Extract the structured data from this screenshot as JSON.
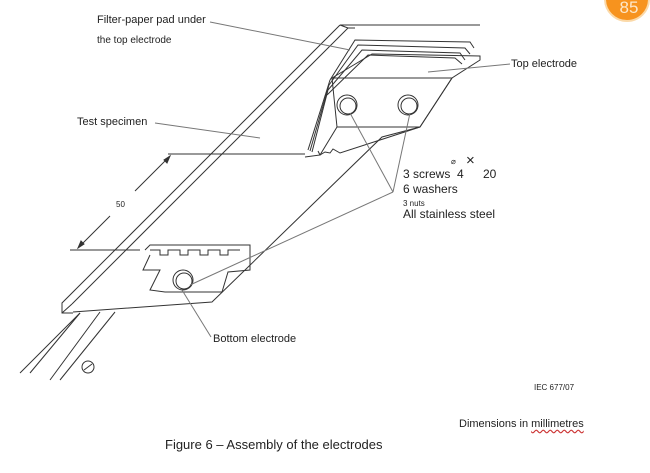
{
  "labels": {
    "filter_paper_line1": "Filter-paper pad under",
    "filter_paper_line2": "the top electrode",
    "top_electrode": "Top electrode",
    "test_specimen": "Test specimen",
    "dimension_50": "50",
    "screws": "3 screws",
    "diameter_symbol": "⌀",
    "screw_diameter": "4",
    "times_symbol": "×",
    "screw_length": "20",
    "washers": "6 washers",
    "nuts": "3 nuts",
    "material": "All stainless steel",
    "bottom_electrode": "Bottom electrode",
    "reference": "IEC 677/07",
    "dimensions_prefix": "Dimensions in ",
    "dimensions_unit": "millimetres",
    "caption": "Figure 6 – Assembly of the electrodes"
  },
  "badge": {
    "text": "85",
    "color": "#f7931e"
  }
}
